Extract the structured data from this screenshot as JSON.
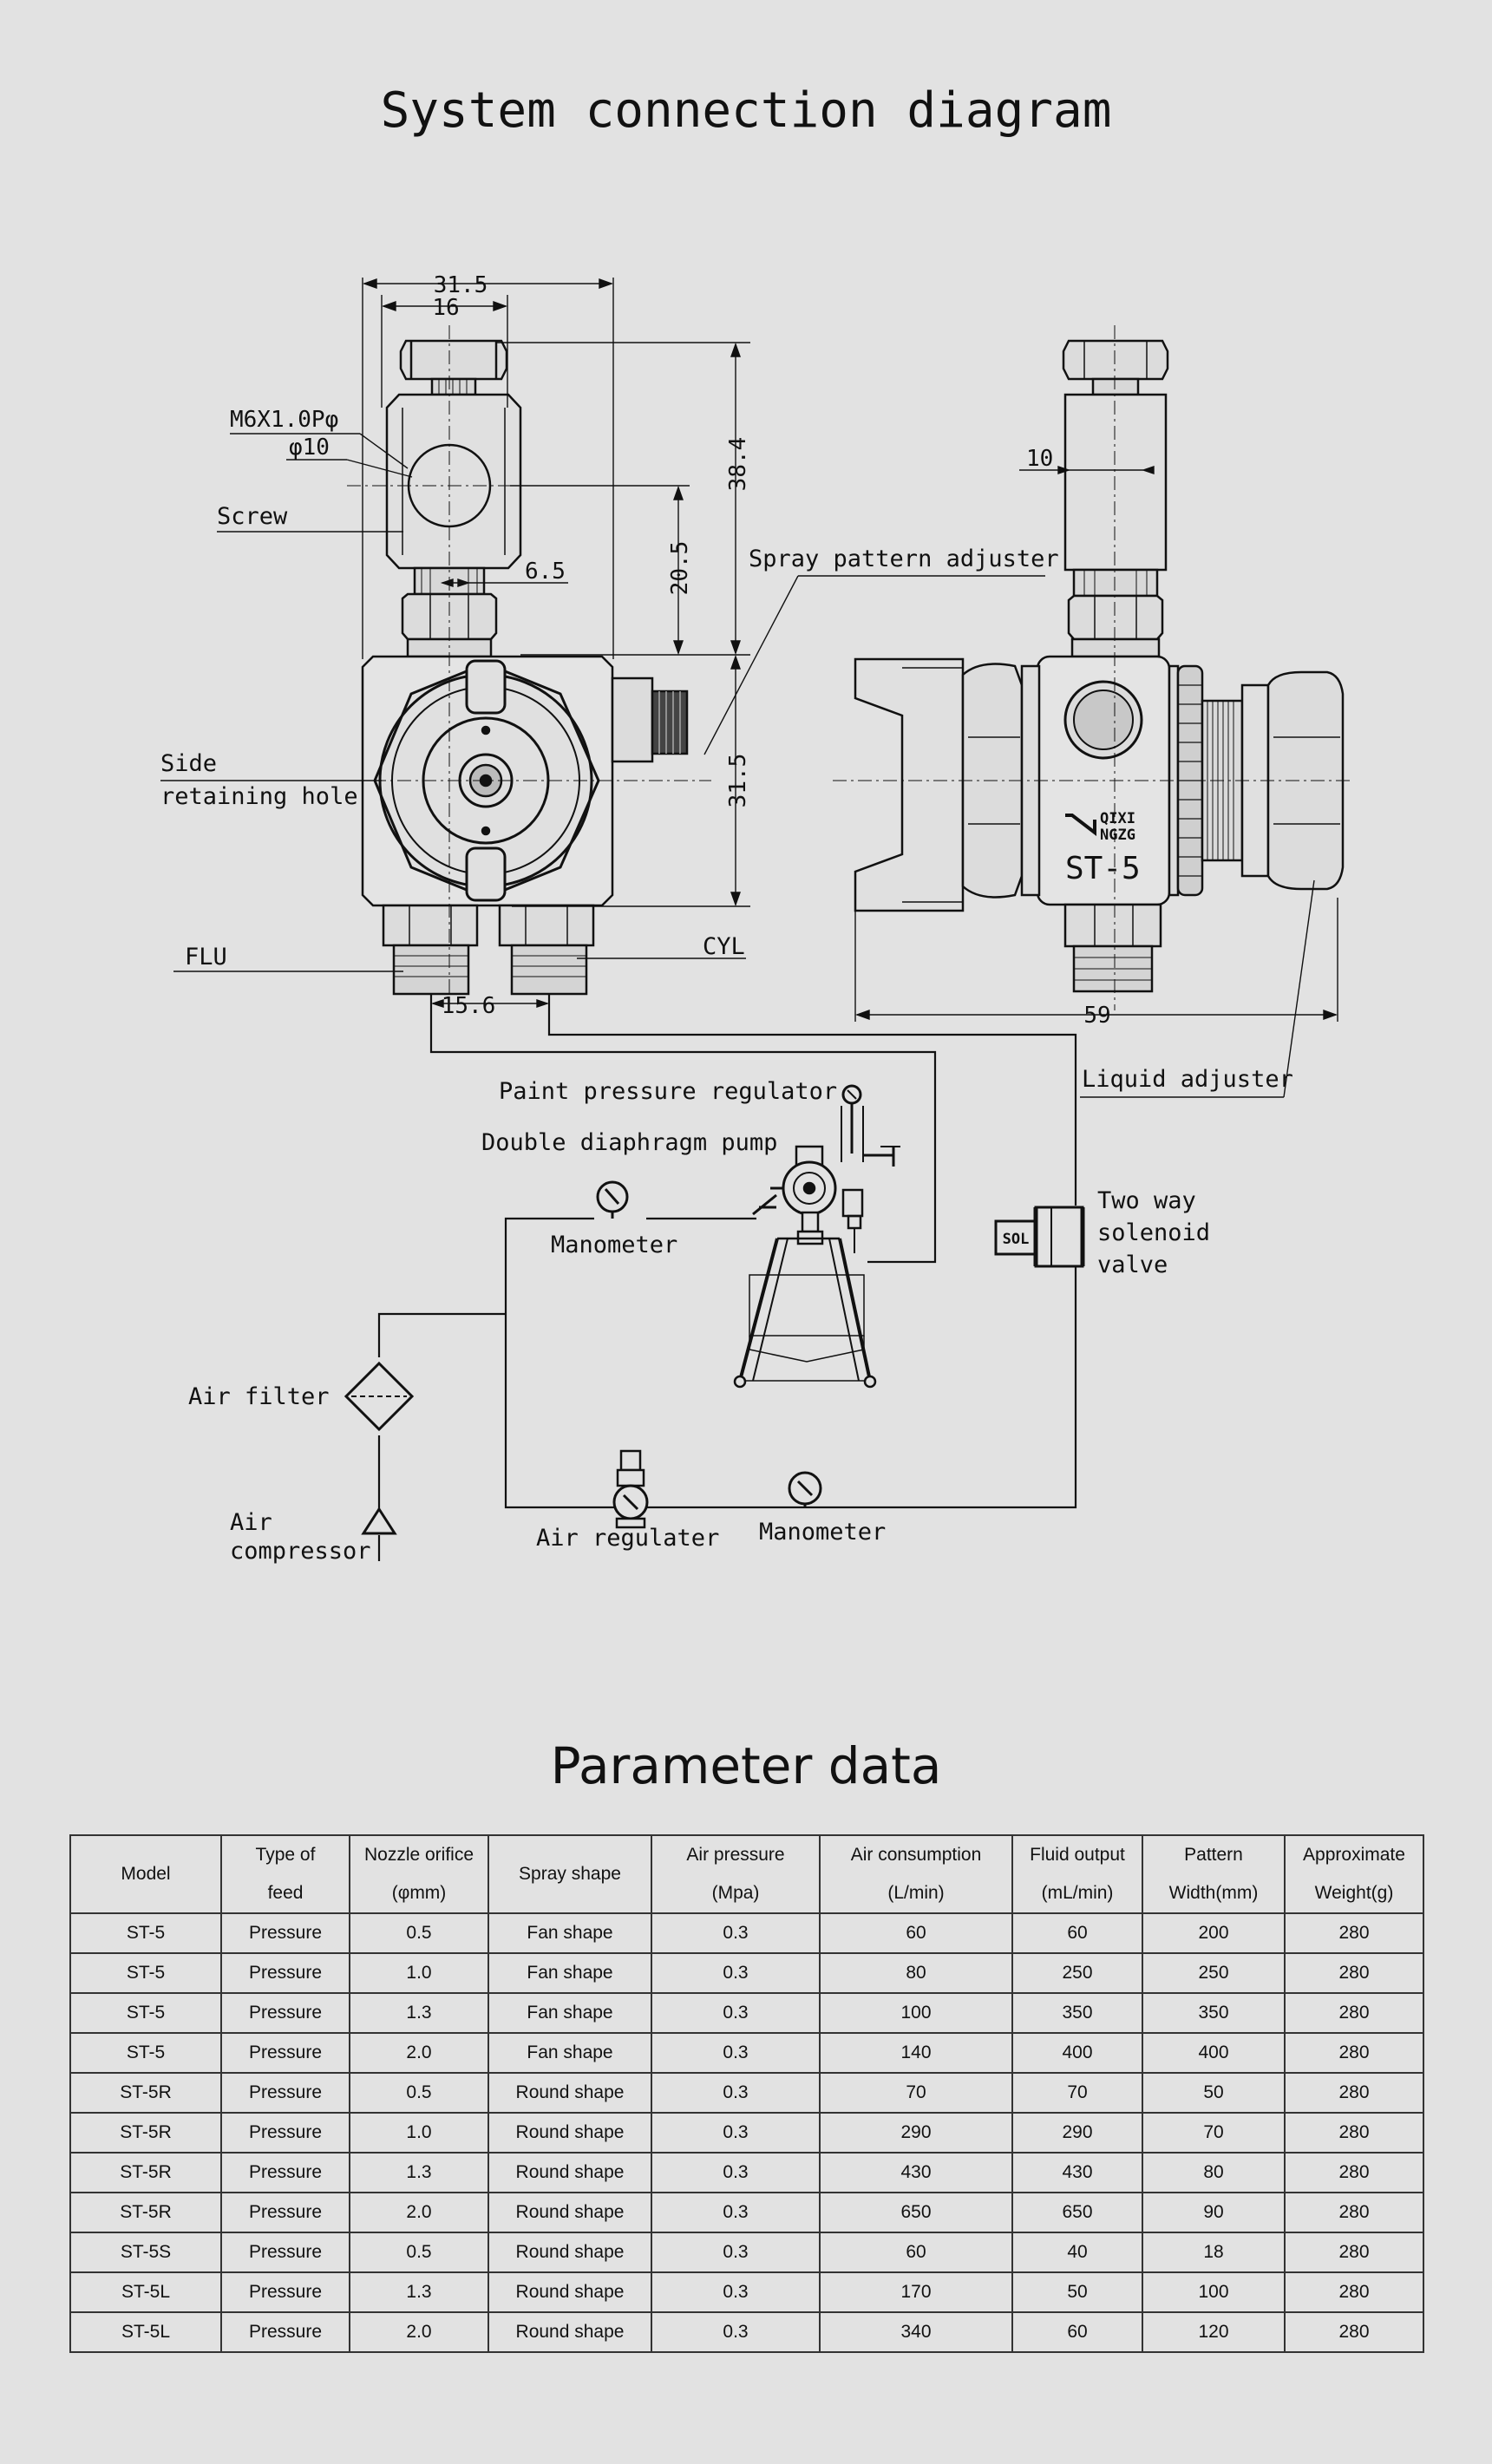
{
  "title": "System connection diagram",
  "dimensions": {
    "d_31_5_top": "31.5",
    "d_16": "16",
    "d_thread": "M6X1.0Pφ",
    "d_phi10": "φ10",
    "d_6_5": "6.5",
    "d_20_5": "20.5",
    "d_38_4": "38.4",
    "d_31_5_side": "31.5",
    "d_15_6": "15.6",
    "d_10": "10",
    "d_59": "59"
  },
  "labels": {
    "screw": "Screw",
    "spray_pattern_adjuster": "Spray pattern adjuster",
    "side_retaining_hole_1": "Side",
    "side_retaining_hole_2": "retaining hole",
    "flu": "FLU",
    "cyl": "CYL",
    "liquid_adjuster": "Liquid adjuster",
    "paint_pressure_regulator": "Paint pressure regulator",
    "double_diaphragm_pump": "Double diaphragm pump",
    "manometer_top": "Manometer",
    "two_way_1": "Two way",
    "two_way_2": "solenoid",
    "two_way_3": "valve",
    "sol": "SOL",
    "air_filter": "Air filter",
    "air_compressor_1": "Air",
    "air_compressor_2": "compressor",
    "air_regulater": "Air regulater",
    "manometer_bottom": "Manometer",
    "brand_1": "QIXI",
    "brand_2": "NGZG",
    "model_mark": "ST-5"
  },
  "params_title": "Parameter data",
  "params": {
    "headers": [
      [
        "Model"
      ],
      [
        "Type of",
        "feed"
      ],
      [
        "Nozzle orifice",
        "(φmm)"
      ],
      [
        "Spray shape"
      ],
      [
        "Air pressure",
        "(Mpa)"
      ],
      [
        "Air consumption",
        "(L/min)"
      ],
      [
        "Fluid output",
        "(mL/min)"
      ],
      [
        "Pattern",
        "Width(mm)"
      ],
      [
        "Approximate",
        "Weight(g)"
      ]
    ],
    "rows": [
      [
        "ST-5",
        "Pressure",
        "0.5",
        "Fan shape",
        "0.3",
        "60",
        "60",
        "200",
        "280"
      ],
      [
        "ST-5",
        "Pressure",
        "1.0",
        "Fan shape",
        "0.3",
        "80",
        "250",
        "250",
        "280"
      ],
      [
        "ST-5",
        "Pressure",
        "1.3",
        "Fan shape",
        "0.3",
        "100",
        "350",
        "350",
        "280"
      ],
      [
        "ST-5",
        "Pressure",
        "2.0",
        "Fan shape",
        "0.3",
        "140",
        "400",
        "400",
        "280"
      ],
      [
        "ST-5R",
        "Pressure",
        "0.5",
        "Round shape",
        "0.3",
        "70",
        "70",
        "50",
        "280"
      ],
      [
        "ST-5R",
        "Pressure",
        "1.0",
        "Round shape",
        "0.3",
        "290",
        "290",
        "70",
        "280"
      ],
      [
        "ST-5R",
        "Pressure",
        "1.3",
        "Round shape",
        "0.3",
        "430",
        "430",
        "80",
        "280"
      ],
      [
        "ST-5R",
        "Pressure",
        "2.0",
        "Round shape",
        "0.3",
        "650",
        "650",
        "90",
        "280"
      ],
      [
        "ST-5S",
        "Pressure",
        "0.5",
        "Round shape",
        "0.3",
        "60",
        "40",
        "18",
        "280"
      ],
      [
        "ST-5L",
        "Pressure",
        "1.3",
        "Round shape",
        "0.3",
        "170",
        "50",
        "100",
        "280"
      ],
      [
        "ST-5L",
        "Pressure",
        "2.0",
        "Round shape",
        "0.3",
        "340",
        "60",
        "120",
        "280"
      ]
    ]
  }
}
